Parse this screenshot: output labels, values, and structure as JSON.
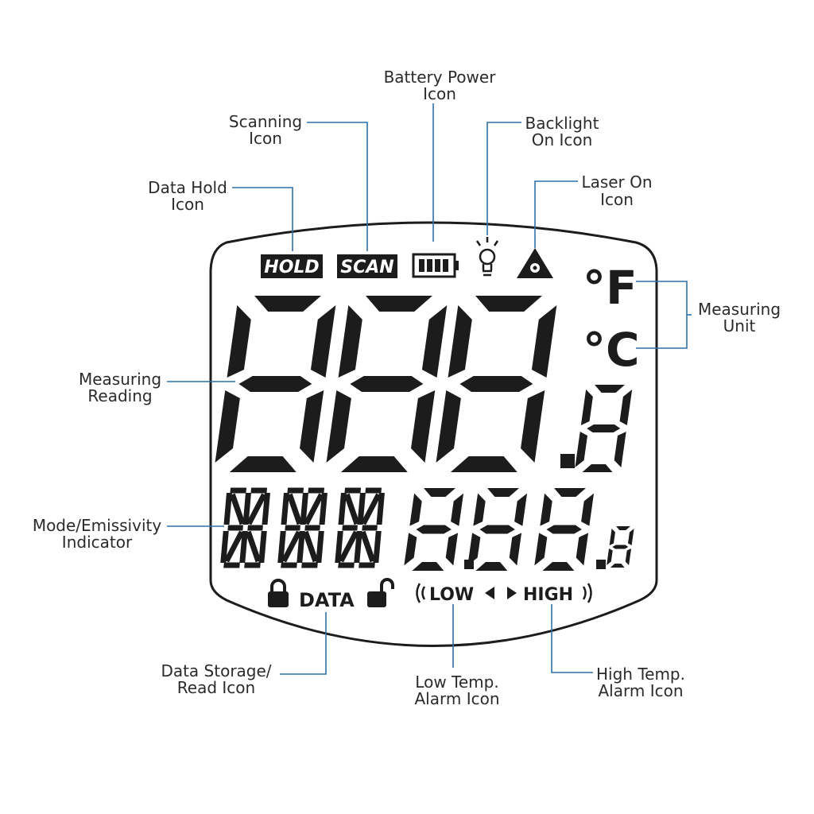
{
  "callouts": {
    "battery": [
      "Battery Power",
      "Icon"
    ],
    "scanning": [
      "Scanning",
      "Icon"
    ],
    "backlight": [
      "Backlight",
      "On Icon"
    ],
    "data_hold": [
      "Data Hold",
      "Icon"
    ],
    "laser": [
      "Laser On",
      "Icon"
    ],
    "measuring_unit": [
      "Measuring",
      "Unit"
    ],
    "measuring_reading": [
      "Measuring",
      "Reading"
    ],
    "mode_emissivity": [
      "Mode/Emissivity",
      "Indicator"
    ],
    "data_storage": [
      "Data Storage/",
      "Read Icon"
    ],
    "low_alarm": [
      "Low Temp.",
      "Alarm Icon"
    ],
    "high_alarm": [
      "High Temp.",
      "Alarm Icon"
    ]
  },
  "display": {
    "hold_label": "HOLD",
    "scan_label": "SCAN",
    "unit_f": "°F",
    "unit_c": "°C",
    "data_label": "DATA",
    "low_label": "LOW",
    "high_label": "HIGH"
  },
  "icons": [
    "battery-icon",
    "bulb-icon",
    "laser-icon",
    "lock-icon",
    "unlock-icon",
    "alarm-wave-icon",
    "arrow-left-icon",
    "arrow-right-icon"
  ],
  "colors": {
    "leader": "#2f6fa8",
    "segment": "#1c1c1c",
    "text": "#2b2b2b"
  }
}
